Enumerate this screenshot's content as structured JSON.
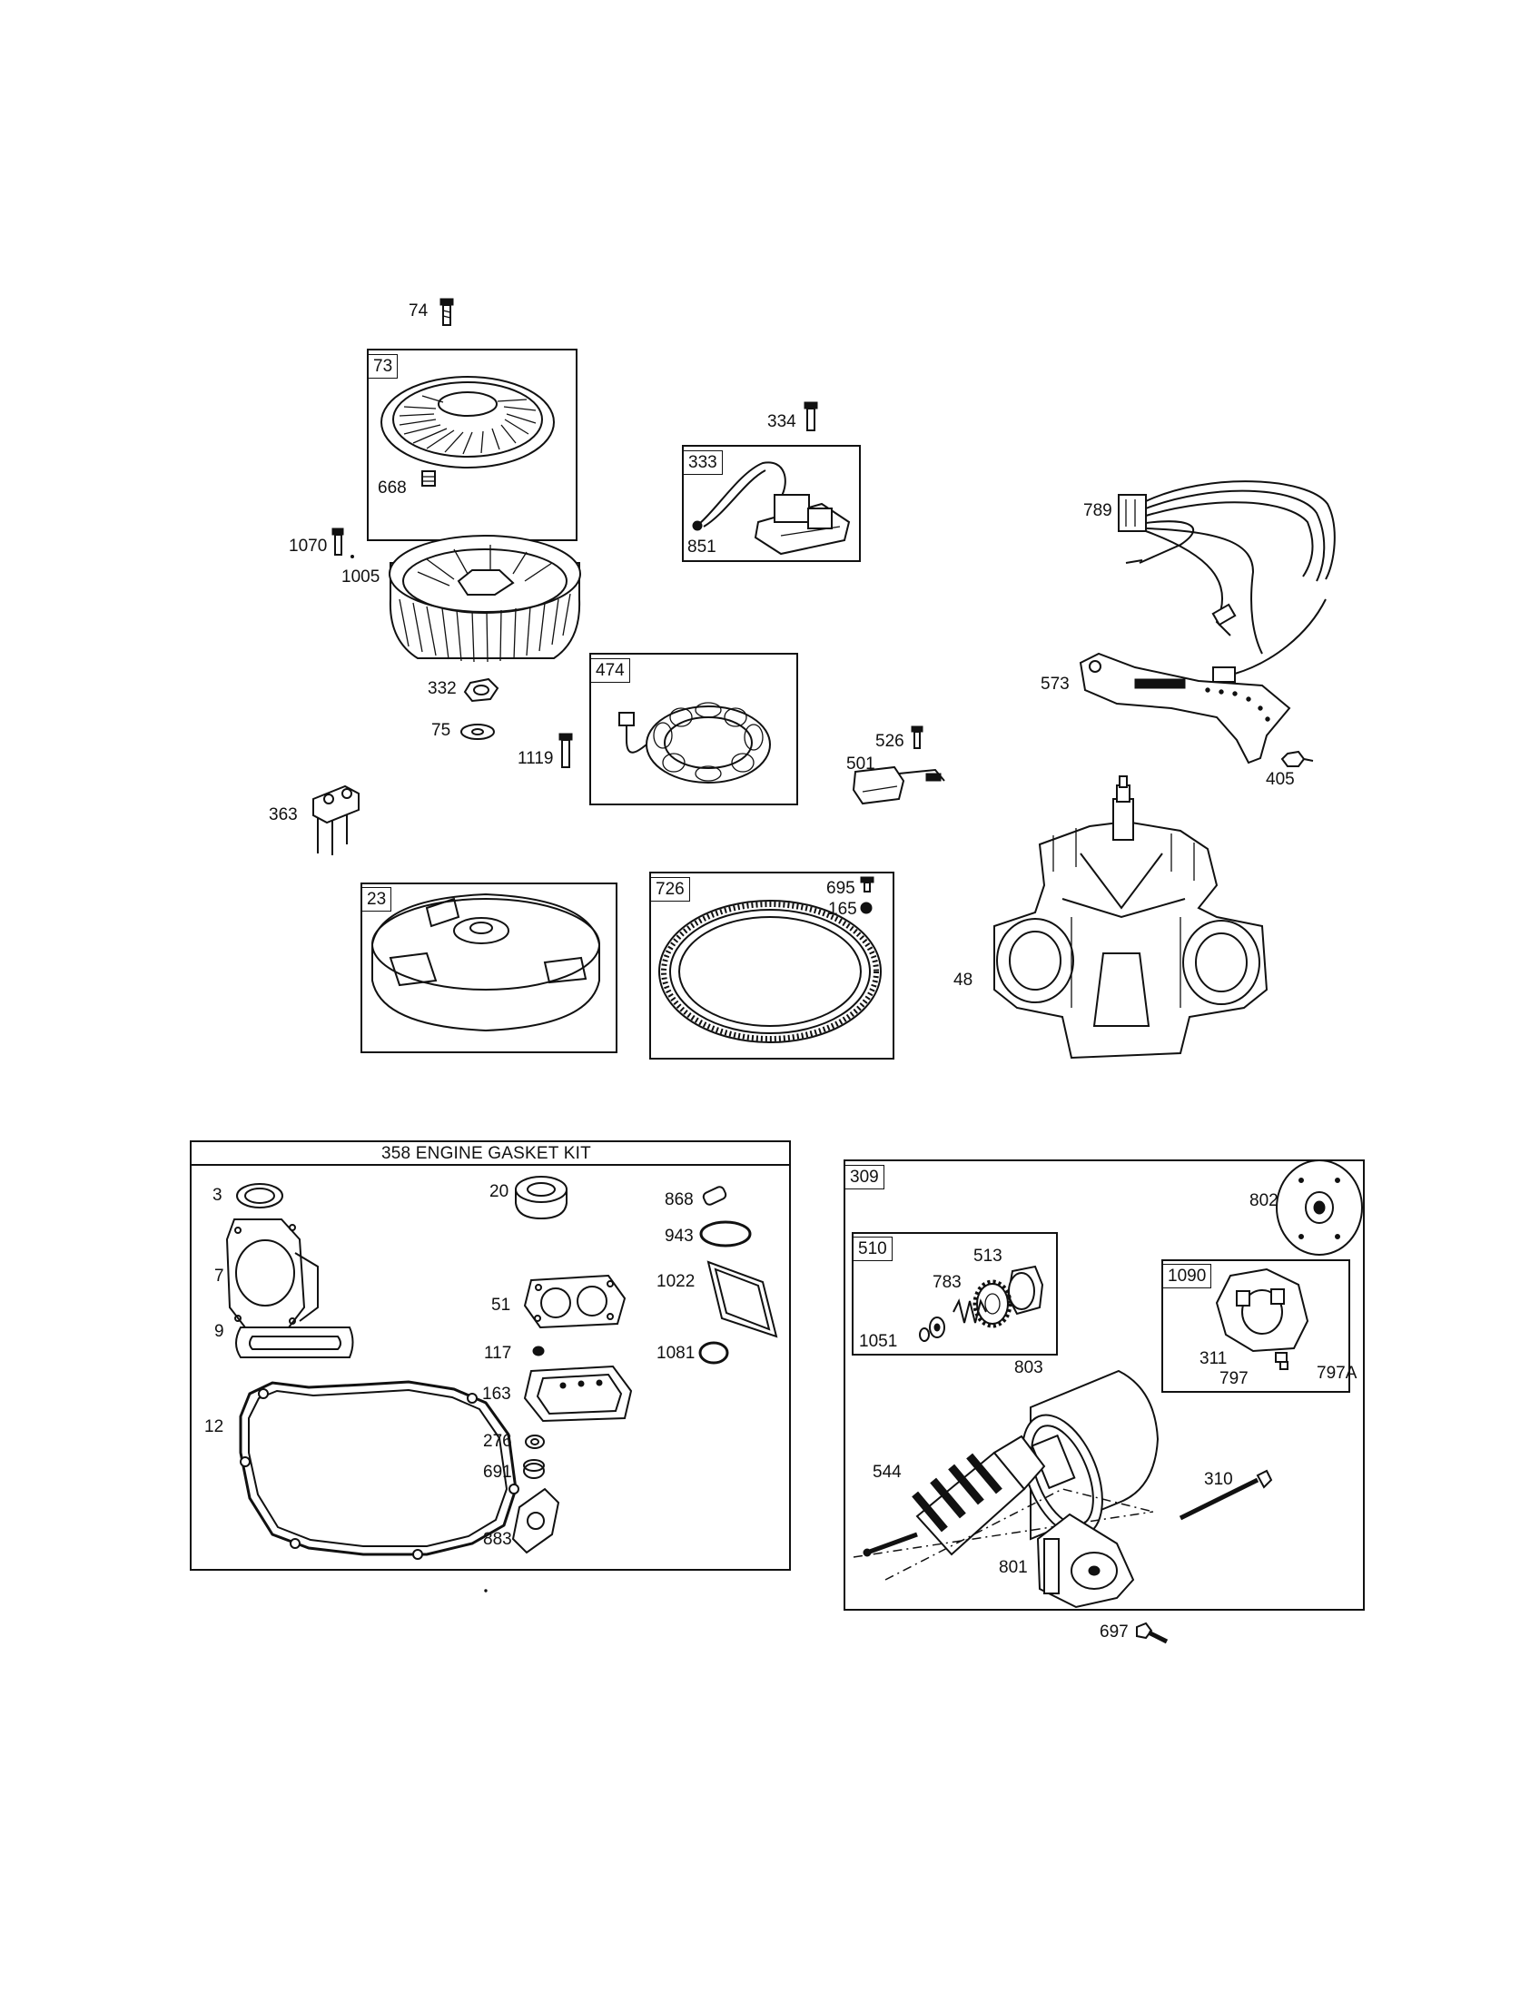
{
  "callouts": {
    "p74": "74",
    "p73": "73",
    "p668": "668",
    "p334": "334",
    "p333": "333",
    "p851": "851",
    "p789": "789",
    "p1070": "1070",
    "p1005": "1005",
    "p332": "332",
    "p75": "75",
    "p1119": "1119",
    "p474": "474",
    "p526": "526",
    "p501": "501",
    "p573": "573",
    "p405": "405",
    "p363": "363",
    "p23": "23",
    "p726": "726",
    "p695": "695",
    "p165": "165",
    "p48": "48",
    "p3": "3",
    "p20": "20",
    "p868": "868",
    "p943": "943",
    "p7": "7",
    "p51": "51",
    "p1022": "1022",
    "p9": "9",
    "p117": "117",
    "p1081": "1081",
    "p163": "163",
    "p12": "12",
    "p276": "276",
    "p691": "691",
    "p883": "883",
    "p309": "309",
    "p802": "802",
    "p510": "510",
    "p513": "513",
    "p783": "783",
    "p1051": "1051",
    "p1090": "1090",
    "p311": "311",
    "p797": "797",
    "p797a": "797A",
    "p803": "803",
    "p544": "544",
    "p310": "310",
    "p801": "801",
    "p697": "697"
  },
  "gasket_kit": {
    "title": "358 ENGINE GASKET KIT"
  }
}
